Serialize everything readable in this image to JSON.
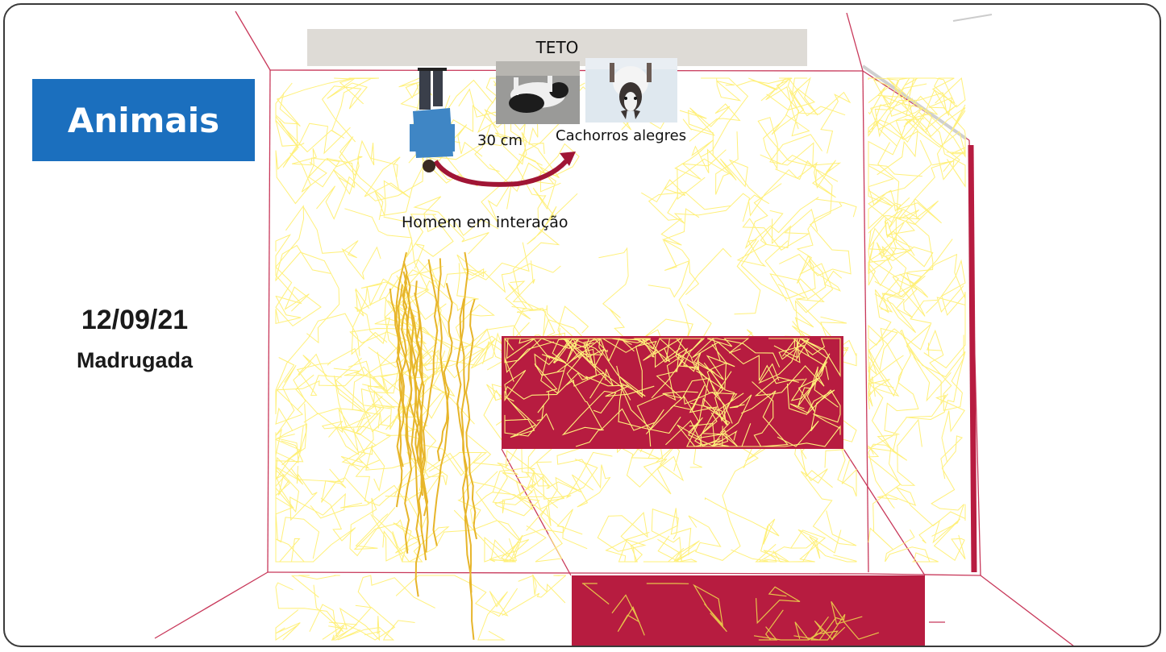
{
  "slide": {
    "title": "Animais",
    "date": "12/09/21",
    "period": "Madrugada"
  },
  "room": {
    "ceiling_label": "TETO",
    "distance_label": "30 cm",
    "dogs_label": "Cachorros alegres",
    "man_label": "Homem em interação"
  },
  "colors": {
    "title_bg": "#1b6fbe",
    "trace_yellow": "#fff07a",
    "feature_red": "#b71c40",
    "ceiling_gray": "#dedbd6"
  },
  "icons": [
    "person-photo",
    "dog-photo",
    "husky-photo",
    "curved-arrow-icon"
  ]
}
